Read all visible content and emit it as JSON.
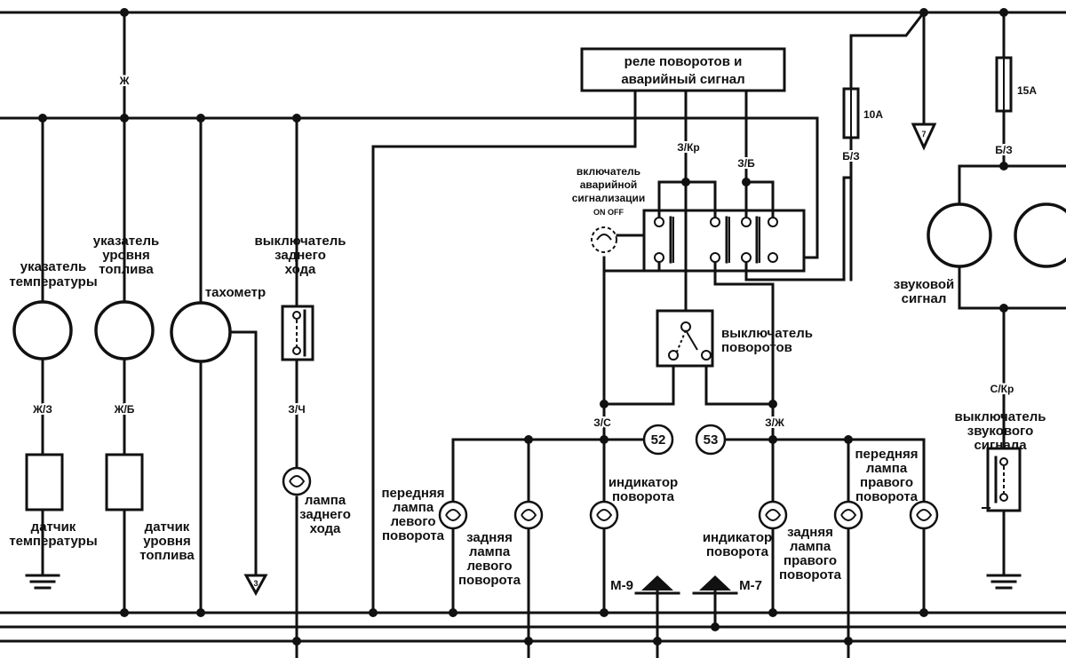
{
  "labels": {
    "relay": [
      "реле поворотов и",
      "аварийный сигнал"
    ],
    "hazard_switch": [
      "включатель",
      "аварийной",
      "сигнализации"
    ],
    "hazard_on_off": "ON OFF",
    "temp_gauge": [
      "указатель",
      "температуры"
    ],
    "fuel_gauge": [
      "указатель",
      "уровня",
      "топлива"
    ],
    "tachometer": "тахометр",
    "reverse_switch": [
      "выключатель",
      "заднего",
      "хода"
    ],
    "temp_sensor": [
      "датчик",
      "температуры"
    ],
    "fuel_sensor": [
      "датчик",
      "уровня",
      "топлива"
    ],
    "reverse_lamp": [
      "лампа",
      "заднего",
      "хода"
    ],
    "turn_switch": [
      "выключатель",
      "поворотов"
    ],
    "horn": [
      "звуковой",
      "сигнал"
    ],
    "horn_switch": [
      "выключатель",
      "звукового",
      "сигнала"
    ],
    "front_left": [
      "передняя",
      "лампа",
      "левого",
      "поворота"
    ],
    "rear_left": [
      "задняя",
      "лампа",
      "левого",
      "поворота"
    ],
    "indicator_left": [
      "индикатор",
      "поворота"
    ],
    "indicator_right": [
      "индикатор",
      "поворота"
    ],
    "rear_right": [
      "задняя",
      "лампа",
      "правого",
      "поворота"
    ],
    "front_right": [
      "передняя",
      "лампа",
      "правого",
      "поворота"
    ]
  },
  "wire_codes": {
    "top": "Ж",
    "temp": "Ж/З",
    "fuel": "Ж/Б",
    "reverse": "З/Ч",
    "relay_left": "З/Кр",
    "relay_right": "З/Б",
    "fuse10_out": "Б/З",
    "fuse15_out": "Б/З",
    "left_turn": "З/С",
    "right_turn": "З/Ж",
    "horn_switch": "С/Кр"
  },
  "fuses": {
    "f1": "10А",
    "f2": "15А"
  },
  "connectors": {
    "c52": "52",
    "c53": "53"
  },
  "grounds": {
    "m9": "М-9",
    "m7": "М-7"
  },
  "off_page": {
    "t3": "3",
    "t7": "7"
  }
}
